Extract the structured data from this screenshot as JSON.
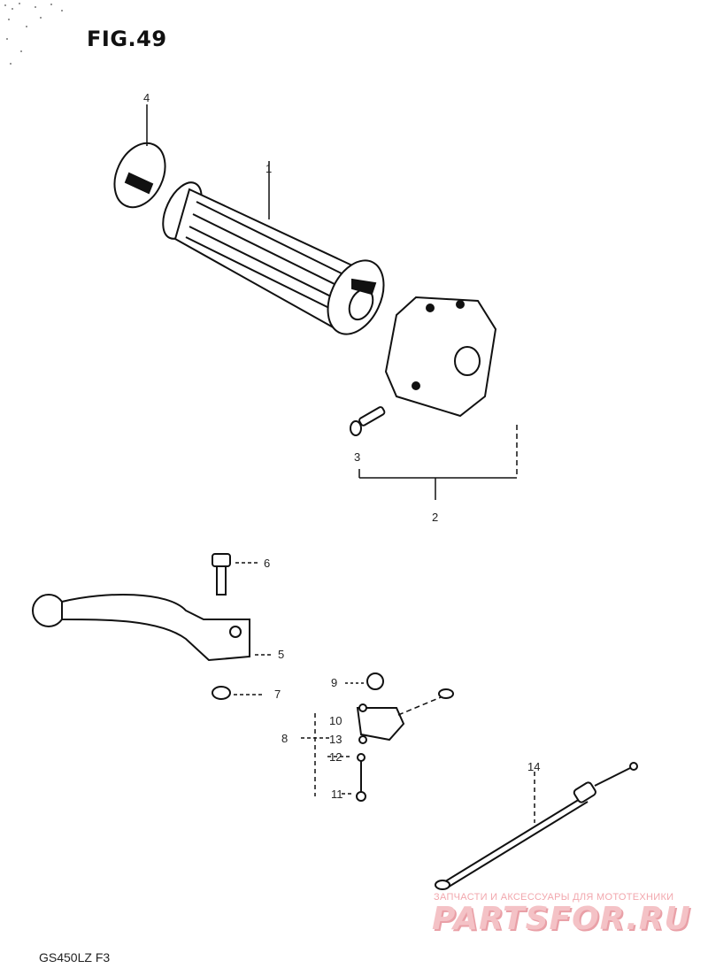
{
  "figure": {
    "title": "FIG.49",
    "model_code": "GS450LZ  F3"
  },
  "callouts": [
    {
      "id": "1",
      "label": "1"
    },
    {
      "id": "2",
      "label": "2"
    },
    {
      "id": "3",
      "label": "3"
    },
    {
      "id": "4",
      "label": "4"
    },
    {
      "id": "5",
      "label": "5"
    },
    {
      "id": "6",
      "label": "6"
    },
    {
      "id": "7",
      "label": "7"
    },
    {
      "id": "8",
      "label": "8"
    },
    {
      "id": "9",
      "label": "9"
    },
    {
      "id": "10",
      "label": "10"
    },
    {
      "id": "11",
      "label": "11"
    },
    {
      "id": "12",
      "label": "12"
    },
    {
      "id": "13",
      "label": "13"
    },
    {
      "id": "14",
      "label": "14"
    }
  ],
  "parts": [
    {
      "id": "grip",
      "icon": "throttle-grip-icon"
    },
    {
      "id": "switch-housing",
      "icon": "switch-housing-icon"
    },
    {
      "id": "screw",
      "icon": "screw-icon"
    },
    {
      "id": "grip-end",
      "icon": "grip-end-cap-icon"
    },
    {
      "id": "lever",
      "icon": "lever-icon"
    },
    {
      "id": "bolt",
      "icon": "bolt-icon"
    },
    {
      "id": "nut",
      "icon": "nut-icon"
    },
    {
      "id": "switch-small",
      "icon": "stop-switch-icon"
    },
    {
      "id": "cable",
      "icon": "cable-icon"
    }
  ],
  "watermark": {
    "subtitle": "ЗАПЧАСТИ И АКСЕССУАРЫ ДЛЯ МОТОТЕХНИКИ",
    "brand": "PARTSFOR.RU",
    "color": "#f4c2c6"
  }
}
